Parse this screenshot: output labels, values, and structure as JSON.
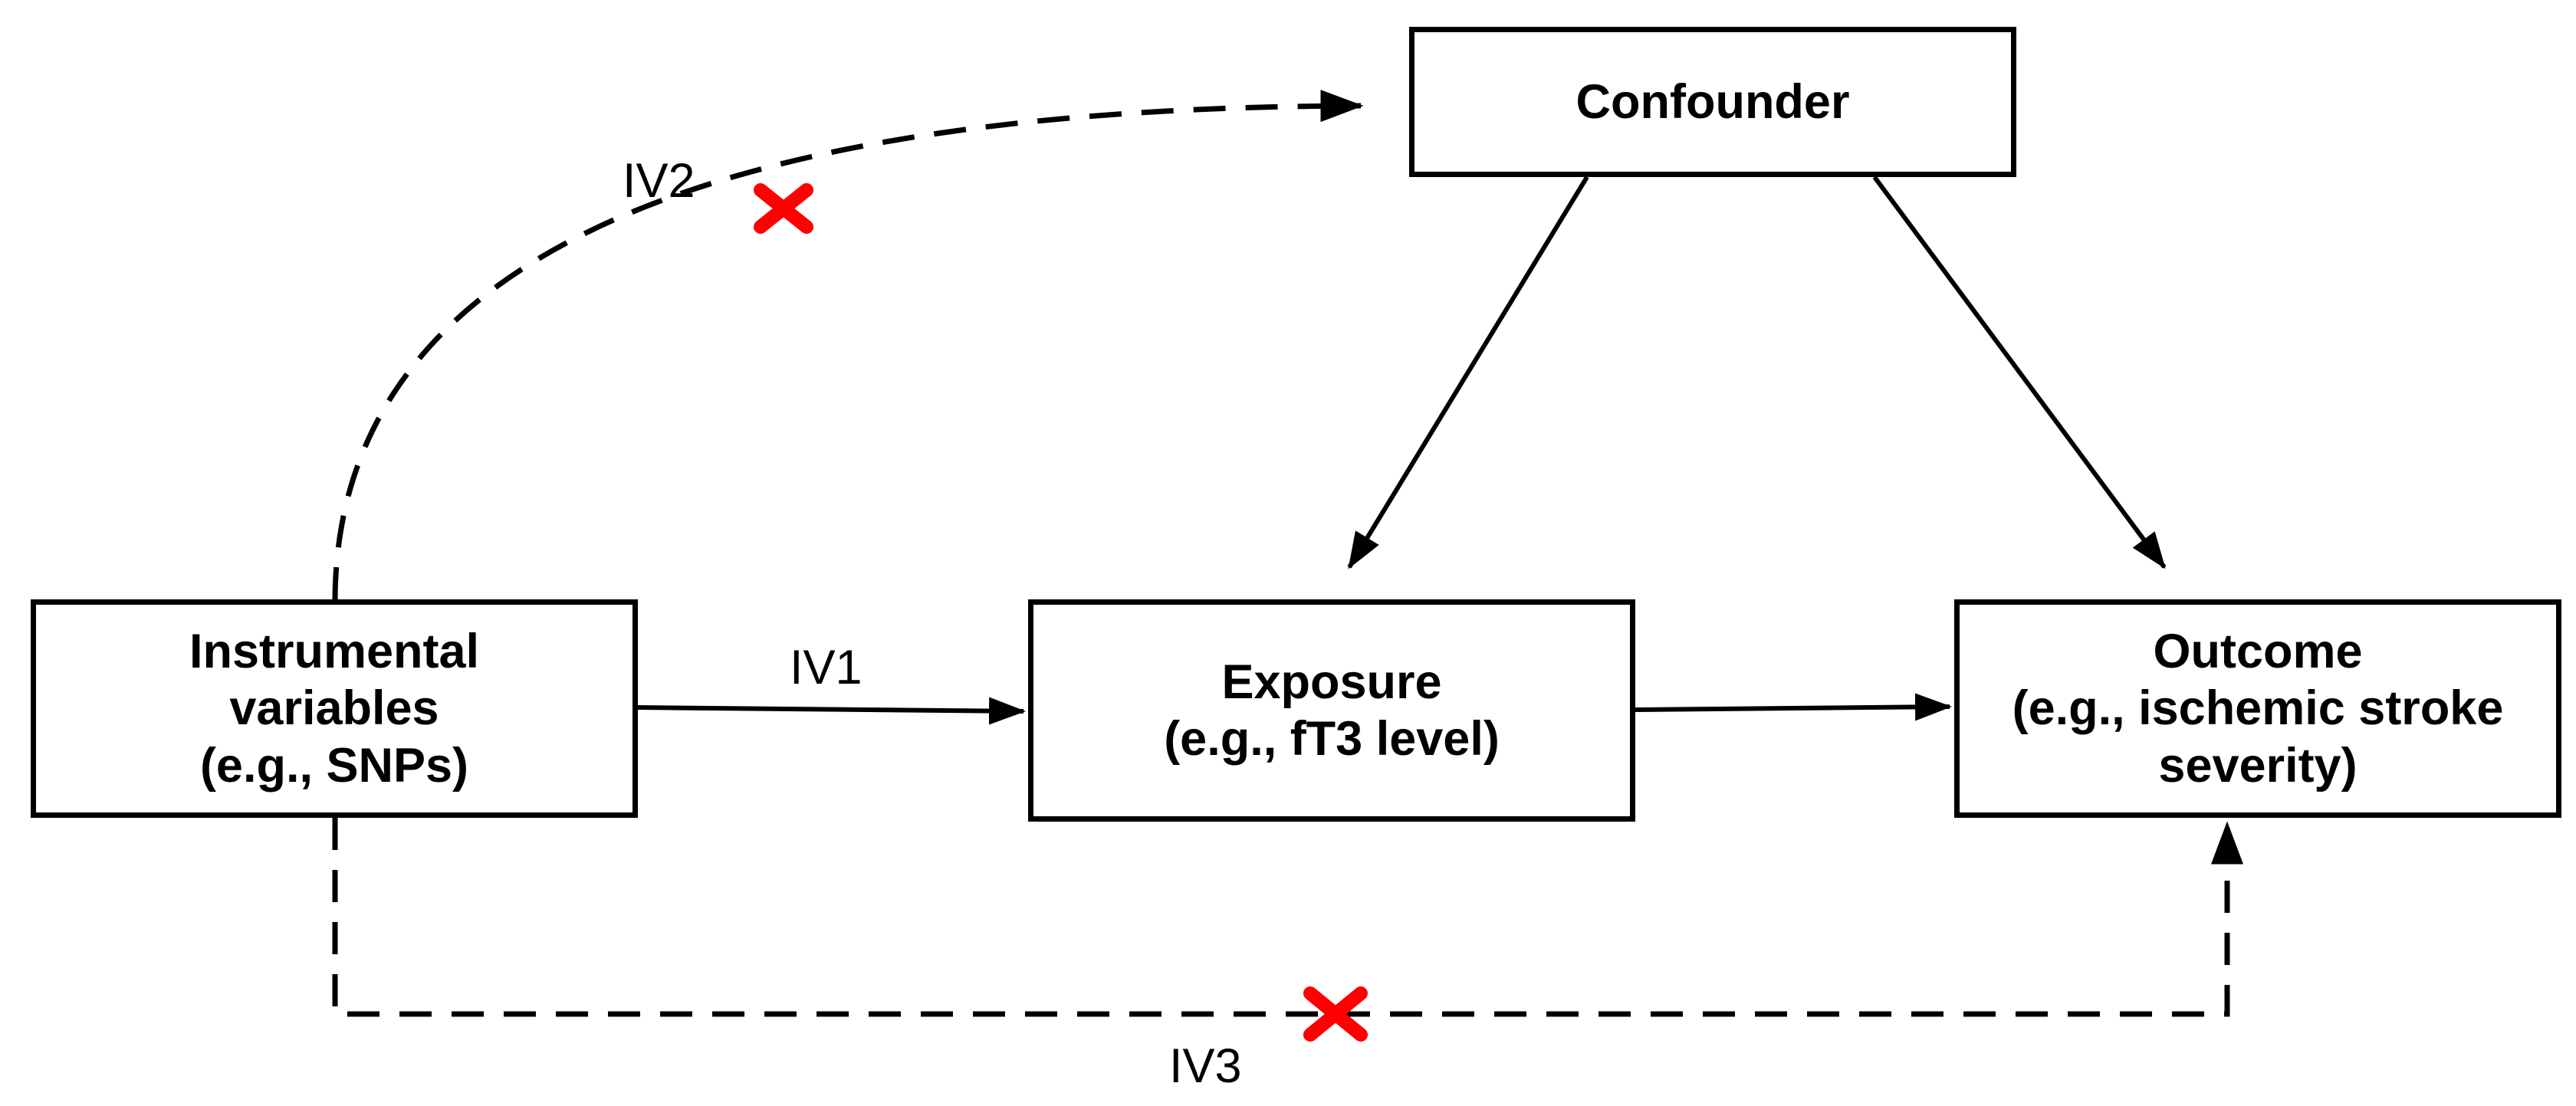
{
  "nodes": {
    "confounder": {
      "lines": [
        "Confounder"
      ]
    },
    "instrument": {
      "lines": [
        "Instrumental",
        "variables",
        "(e.g., SNPs)"
      ]
    },
    "exposure": {
      "lines": [
        "Exposure",
        "(e.g., fT3 level)"
      ]
    },
    "outcome": {
      "lines": [
        "Outcome",
        "(e.g., ischemic stroke",
        "severity)"
      ]
    }
  },
  "edges": {
    "iv1": {
      "label": "IV1",
      "style": "solid"
    },
    "iv2": {
      "label": "IV2",
      "style": "dashed",
      "blocked": true
    },
    "iv3": {
      "label": "IV3",
      "style": "dashed",
      "blocked": true
    }
  },
  "colors": {
    "line": "#000000",
    "blocked_mark": "#ff0000",
    "background": "#ffffff"
  }
}
